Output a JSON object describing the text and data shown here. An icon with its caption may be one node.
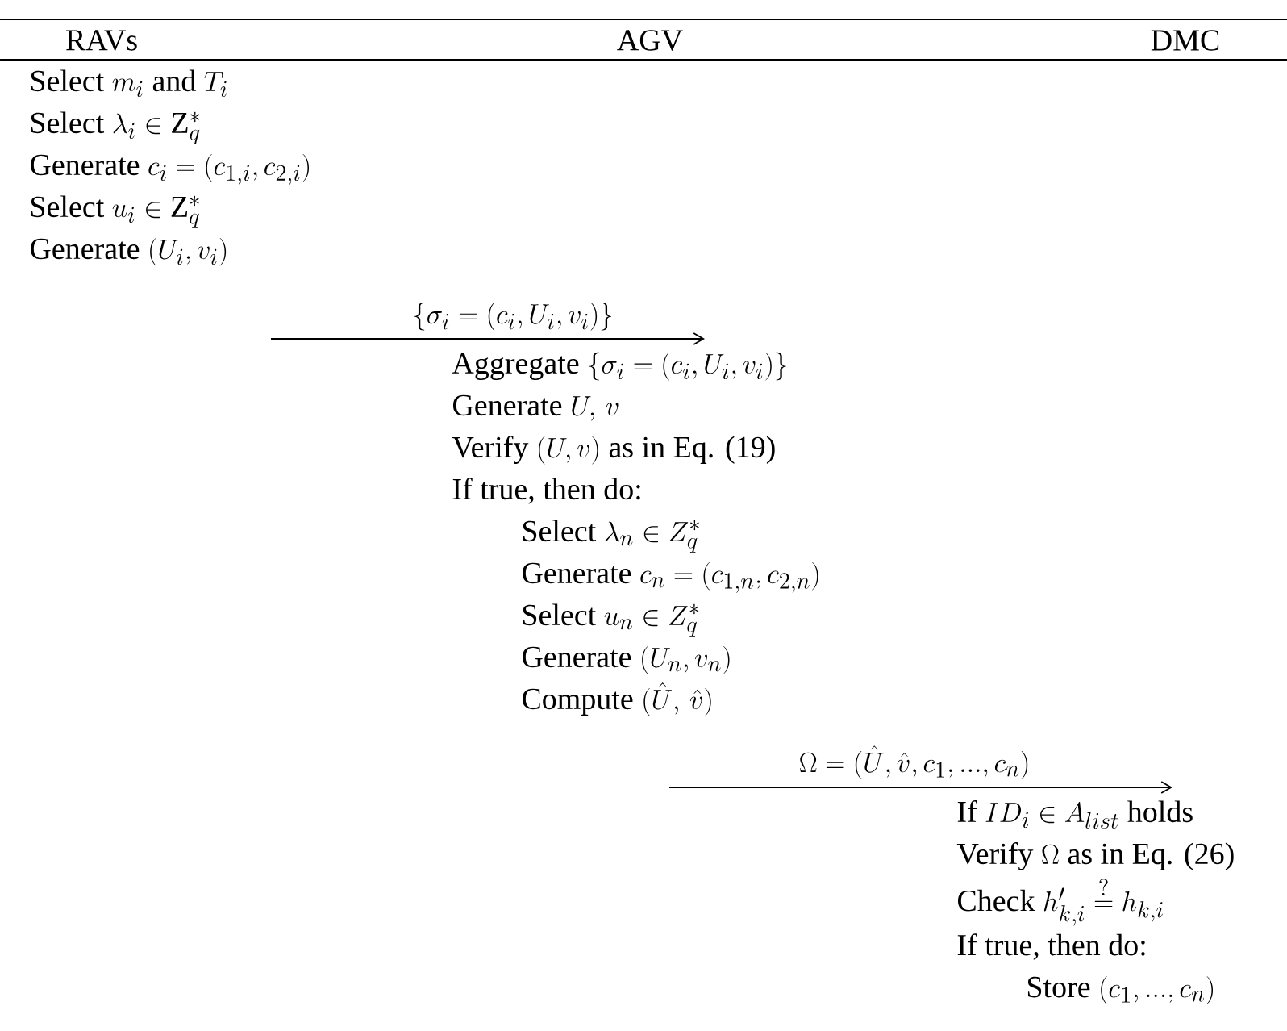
{
  "diagram": {
    "nodes": [
      {
        "text": [
          "\\text{Select } m_i \\text{ and } T_i",
          "\\text{Select } \\lambda_i \\in \\mathrm{Z}_q^*",
          "\\text{Generate } c_i = (c_{1,i}, c_{2,i})",
          "\\text{Select } u_i \\in \\mathrm{Z}_q^*",
          "\\text{Generate } (U_i, v_i)"
        ]
      },
      {
        "text": [
          "\\text{Aggregate } \\{\\sigma_i = (c_i, U_i, v_i)\\}",
          "\\text{Generate } U,\\, v",
          "\\text{Verify } (U, v) \\text{ as in Eq. (19)}",
          "\\text{If true, then do:}",
          "\\text{Select } \\lambda_n \\in Z_q^*",
          "\\text{Generate } c_n = (c_{1,n}, c_{2,n})",
          "\\text{Select } u_n \\in Z_q^*",
          "\\text{Generate } (U_n, v_n)",
          "\\text{Compute } (\\hat{U},\\, \\hat{v})"
        ]
      },
      {
        "text": [
          "\\text{If } ID_i \\in A_{list} \\text{ holds}",
          "\\text{Verify } \\Omega \\text{ as in Eq. (26)}",
          "\\text{Check } h'_{k,i} \\stackrel{?}{=} h_{k,i}",
          "\\text{If true, then do:}",
          "\\text{Store } (c_1, ..., c_n)"
        ]
      }
    ],
    "edges": [
      {
        "from": 0,
        "to": 1,
        "arrow": "to",
        "label": "\\{\\sigma_i = (c_i, U_i, v_i)\\}"
      },
      {
        "from": 1,
        "to": 2,
        "arrow": "to",
        "label": "\\Omega = (\\hat{U}, \\hat{v}, c_1, ..., c_n)"
      }
    ],
    "labels": [
      "RAVs",
      "AGV",
      "DMC"
    ]
  }
}
